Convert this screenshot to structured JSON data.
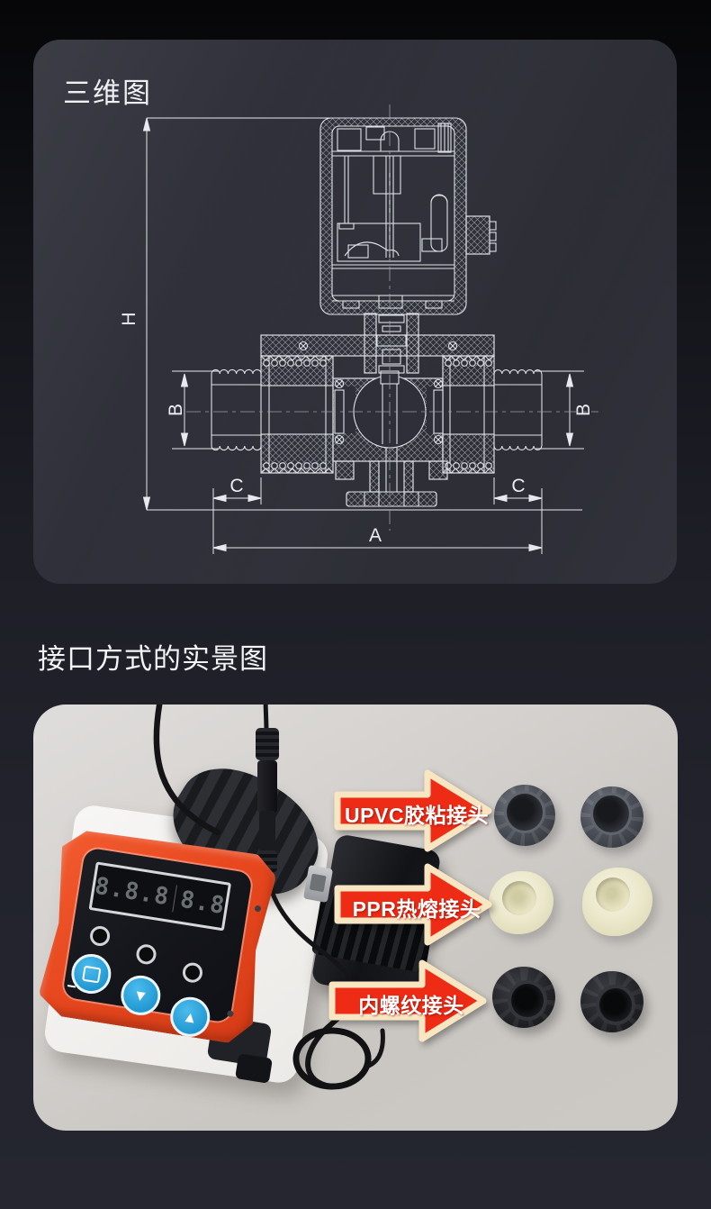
{
  "sections": {
    "diagram": {
      "title": "三维图",
      "dimensions": {
        "height": "H",
        "total_length": "A",
        "port_diameter": "B",
        "thread_length": "C"
      }
    },
    "photo": {
      "title": "接口方式的实景图",
      "connector_labels": [
        {
          "text": "UPVC胶粘接头"
        },
        {
          "text": "PPR热熔接头"
        },
        {
          "text": "内螺纹接头"
        }
      ],
      "timer": {
        "display_left": "8.8.8",
        "display_right": "8.8",
        "btn_down_glyph": "▼",
        "btn_up_glyph": "▲"
      }
    }
  },
  "colors": {
    "arrow_red": "#ee2b15",
    "arrow_border": "#f8e6c2",
    "diagram_card": "#2e2f38",
    "drawing_line": "#dfe2e7",
    "timer_orange": "#e8481f",
    "button_blue": "#2aa6df",
    "photo_background": "#cfccc8",
    "page_background": "#1d1e26"
  }
}
